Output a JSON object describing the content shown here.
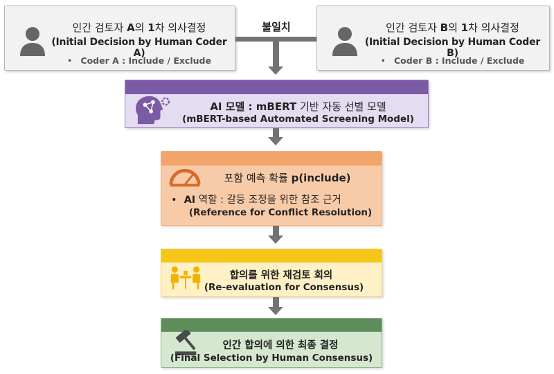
{
  "coder_a": {
    "title_prefix": "인간 검토자 ",
    "title_letter": "A",
    "title_mid": "의 ",
    "title_num": "1",
    "title_suffix": "차 의사결정",
    "subtitle": "(Initial Decision by Human Coder A)",
    "bullet": "•",
    "detail": "Coder A : Include / Exclude"
  },
  "coder_b": {
    "title_prefix": "인간 검토자 ",
    "title_letter": "B",
    "title_mid": "의 ",
    "title_num": "1",
    "title_suffix": "차 의사결정",
    "subtitle": "(Initial Decision by Human Coder B)",
    "bullet": "•",
    "detail": "Coder B : Include / Exclude"
  },
  "disagreement_label": "불일치",
  "ai_model": {
    "title_bold": "AI 모델 : mBERT",
    "title_rest": " 기반 자동 선별 모델",
    "subtitle": "(mBERT-based Automated Screening Model)"
  },
  "probability": {
    "title_rest": "포함 예측 확률 ",
    "title_bold": "p(include)",
    "bullet": "•",
    "role_bold": "AI",
    "role_rest": " 역할 : 갈등 조정을 위한 참조 근거",
    "subtitle": "(Reference for Conflict Resolution)"
  },
  "reevaluation": {
    "title": "합의를 위한 재검토 회의",
    "subtitle": "(Re-evaluation for Consensus)"
  },
  "final": {
    "title": "인간 합의에 의한 최종 결정",
    "subtitle": "(Final Selection by Human Consensus)"
  },
  "colors": {
    "connector": "#737373",
    "ai_header": "#7b5aa6",
    "ai_body": "#e4dcf0",
    "ai_border": "#9a82bd",
    "prob_header": "#f2a46b",
    "prob_body": "#f8cba8",
    "prob_border": "#f0b080",
    "reeval_header": "#f5c518",
    "reeval_body": "#fff0c6",
    "reeval_border": "#f0d060",
    "final_header": "#5f8d5a",
    "final_body": "#d5e7cf",
    "final_border": "#8fb488"
  }
}
